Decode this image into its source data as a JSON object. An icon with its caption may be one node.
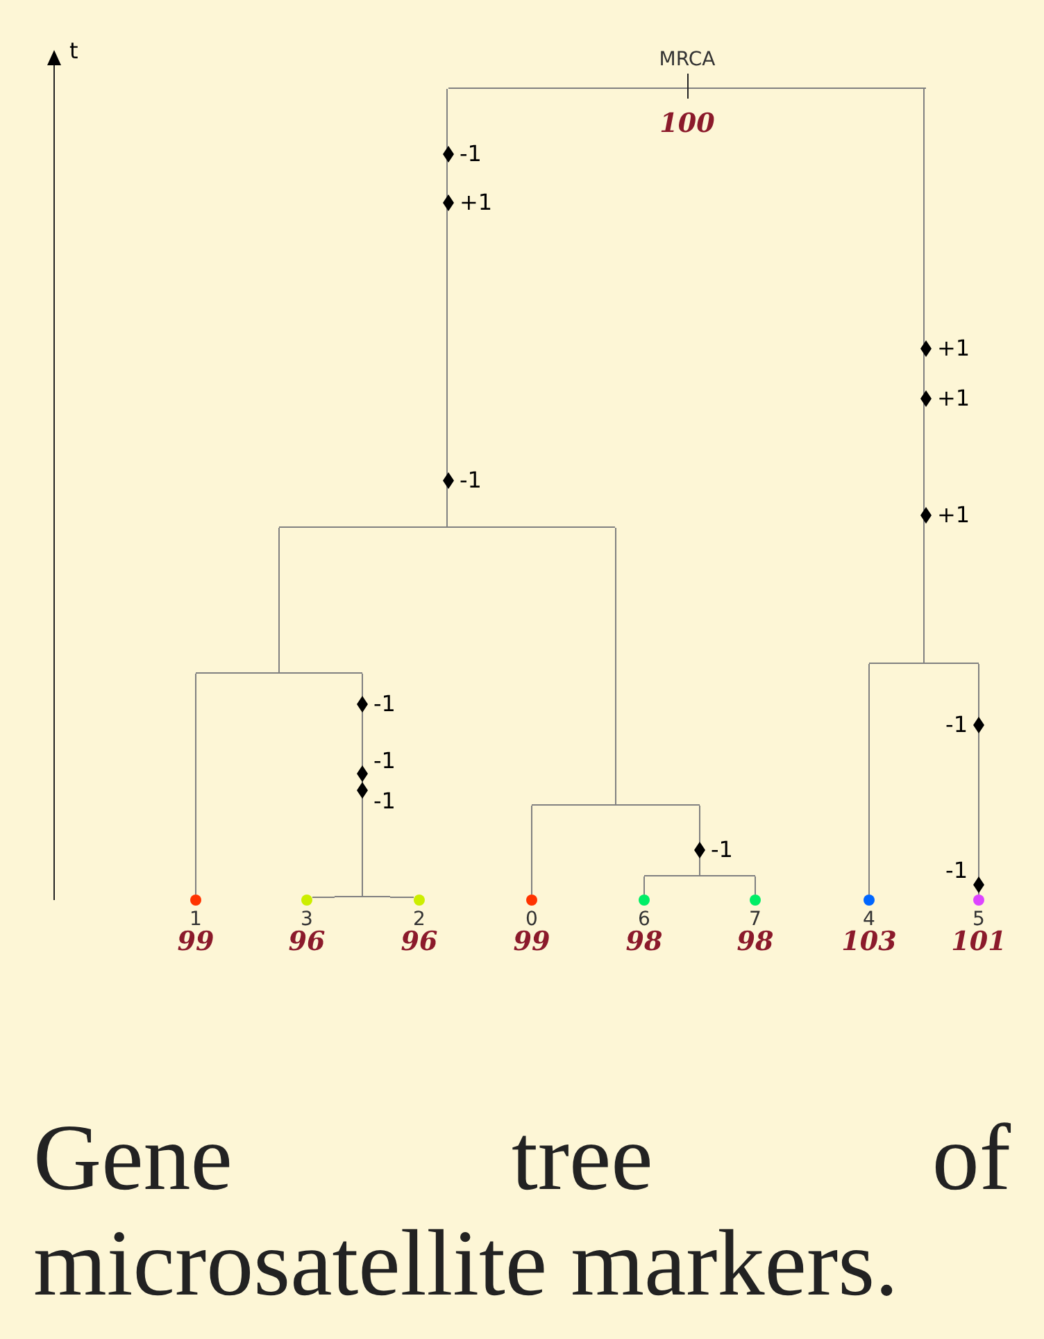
{
  "diagram": {
    "caption": "Gene tree of microsatellite markers.",
    "nodes": [
      {
        "text": [
          "MRCA",
          "100"
        ]
      },
      {
        "text": [],
        "shape": "bar"
      },
      {
        "text": [],
        "shape": "bar"
      },
      {
        "text": [],
        "shape": "bar"
      },
      {
        "text": [],
        "shape": "bar"
      },
      {
        "text": [],
        "shape": "bar"
      },
      {
        "text": [],
        "shape": "bar"
      },
      {
        "text": [
          "1",
          "99"
        ]
      },
      {
        "text": [
          "3",
          "96"
        ]
      },
      {
        "text": [
          "2",
          "96"
        ]
      },
      {
        "text": [
          "0",
          "99"
        ]
      },
      {
        "text": [
          "6",
          "98"
        ]
      },
      {
        "text": [
          "7",
          "98"
        ]
      },
      {
        "text": [
          "4",
          "103"
        ]
      },
      {
        "text": [
          "5",
          "101"
        ]
      }
    ],
    "edges": [
      {
        "from": 0,
        "to": 1,
        "arrow": "none"
      },
      {
        "from": 0,
        "to": 2,
        "arrow": "none"
      },
      {
        "from": 1,
        "to": 3,
        "arrow": "none"
      },
      {
        "from": 1,
        "to": 4,
        "arrow": "none"
      },
      {
        "from": 2,
        "to": 13,
        "arrow": "none"
      },
      {
        "from": 2,
        "to": 14,
        "arrow": "none"
      },
      {
        "from": 3,
        "to": 7,
        "arrow": "none"
      },
      {
        "from": 3,
        "to": 6,
        "arrow": "none"
      },
      {
        "from": 4,
        "to": 10,
        "arrow": "none"
      },
      {
        "from": 4,
        "to": 5,
        "arrow": "none"
      },
      {
        "from": 5,
        "to": 11,
        "arrow": "none"
      },
      {
        "from": 5,
        "to": 12,
        "arrow": "none"
      },
      {
        "from": 6,
        "to": 8,
        "arrow": "none"
      },
      {
        "from": 6,
        "to": 9,
        "arrow": "none"
      }
    ],
    "labels": [
      "t",
      "-1",
      "+1",
      "+1",
      "+1",
      "-1",
      "+1",
      "-1",
      "-1",
      "-1",
      "-1",
      "-1",
      "-1"
    ]
  }
}
